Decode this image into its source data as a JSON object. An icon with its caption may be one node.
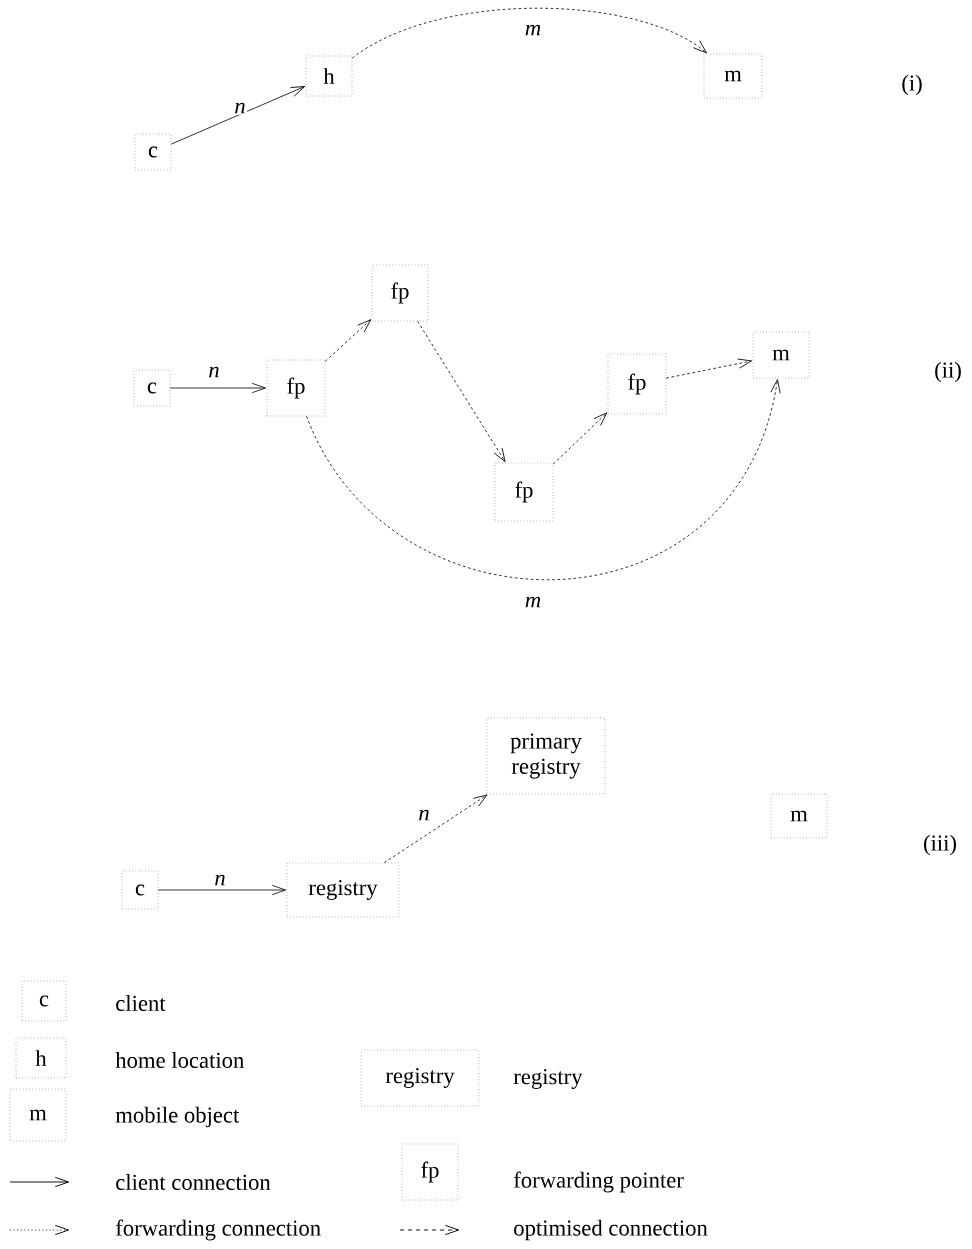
{
  "diagram": {
    "nodes": [
      {
        "text": [
          "c"
        ]
      },
      {
        "text": [
          "h"
        ]
      },
      {
        "text": [
          "m"
        ]
      },
      {
        "text": [
          "c"
        ]
      },
      {
        "text": [
          "fp"
        ]
      },
      {
        "text": [
          "fp"
        ]
      },
      {
        "text": [
          "fp"
        ]
      },
      {
        "text": [
          "fp"
        ]
      },
      {
        "text": [
          "m"
        ]
      },
      {
        "text": [
          "c"
        ]
      },
      {
        "text": [
          "registry"
        ]
      },
      {
        "text": [
          "primary registry"
        ]
      },
      {
        "text": [
          "m"
        ]
      },
      {
        "text": [
          "c"
        ],
        "beside": [
          "client"
        ]
      },
      {
        "text": [
          "h"
        ],
        "beside": [
          "home location"
        ]
      },
      {
        "text": [
          "m"
        ],
        "beside": [
          "mobile object"
        ]
      },
      {
        "text": [
          "registry"
        ],
        "beside": [
          "registry"
        ]
      },
      {
        "text": [
          "fp"
        ],
        "beside": [
          "forwarding pointer"
        ]
      }
    ],
    "edges": [
      {
        "from": 0,
        "to": 1,
        "arrow": "to",
        "label": "n"
      },
      {
        "from": 1,
        "to": 2,
        "arrow": "to",
        "label": "m",
        "style": "dashed"
      },
      {
        "from": 3,
        "to": 4,
        "arrow": "to",
        "label": "n"
      },
      {
        "from": 4,
        "to": 5,
        "arrow": "to",
        "style": "dashed"
      },
      {
        "from": 5,
        "to": 6,
        "arrow": "to",
        "style": "dashed"
      },
      {
        "from": 6,
        "to": 7,
        "arrow": "to",
        "style": "dashed"
      },
      {
        "from": 7,
        "to": 8,
        "arrow": "to",
        "style": "dashed"
      },
      {
        "from": 4,
        "to": 8,
        "arrow": "to",
        "label": "m",
        "style": "dashed"
      },
      {
        "from": 9,
        "to": 10,
        "arrow": "to",
        "label": "n"
      },
      {
        "from": 10,
        "to": 11,
        "arrow": "to",
        "label": "n",
        "style": "dashed"
      }
    ],
    "labels": [
      "(i)",
      "(ii)",
      "(iii)"
    ],
    "legend": [
      {
        "text": "client connection"
      },
      {
        "text": "forwarding connection"
      },
      {
        "text": "optimised connection"
      }
    ]
  }
}
